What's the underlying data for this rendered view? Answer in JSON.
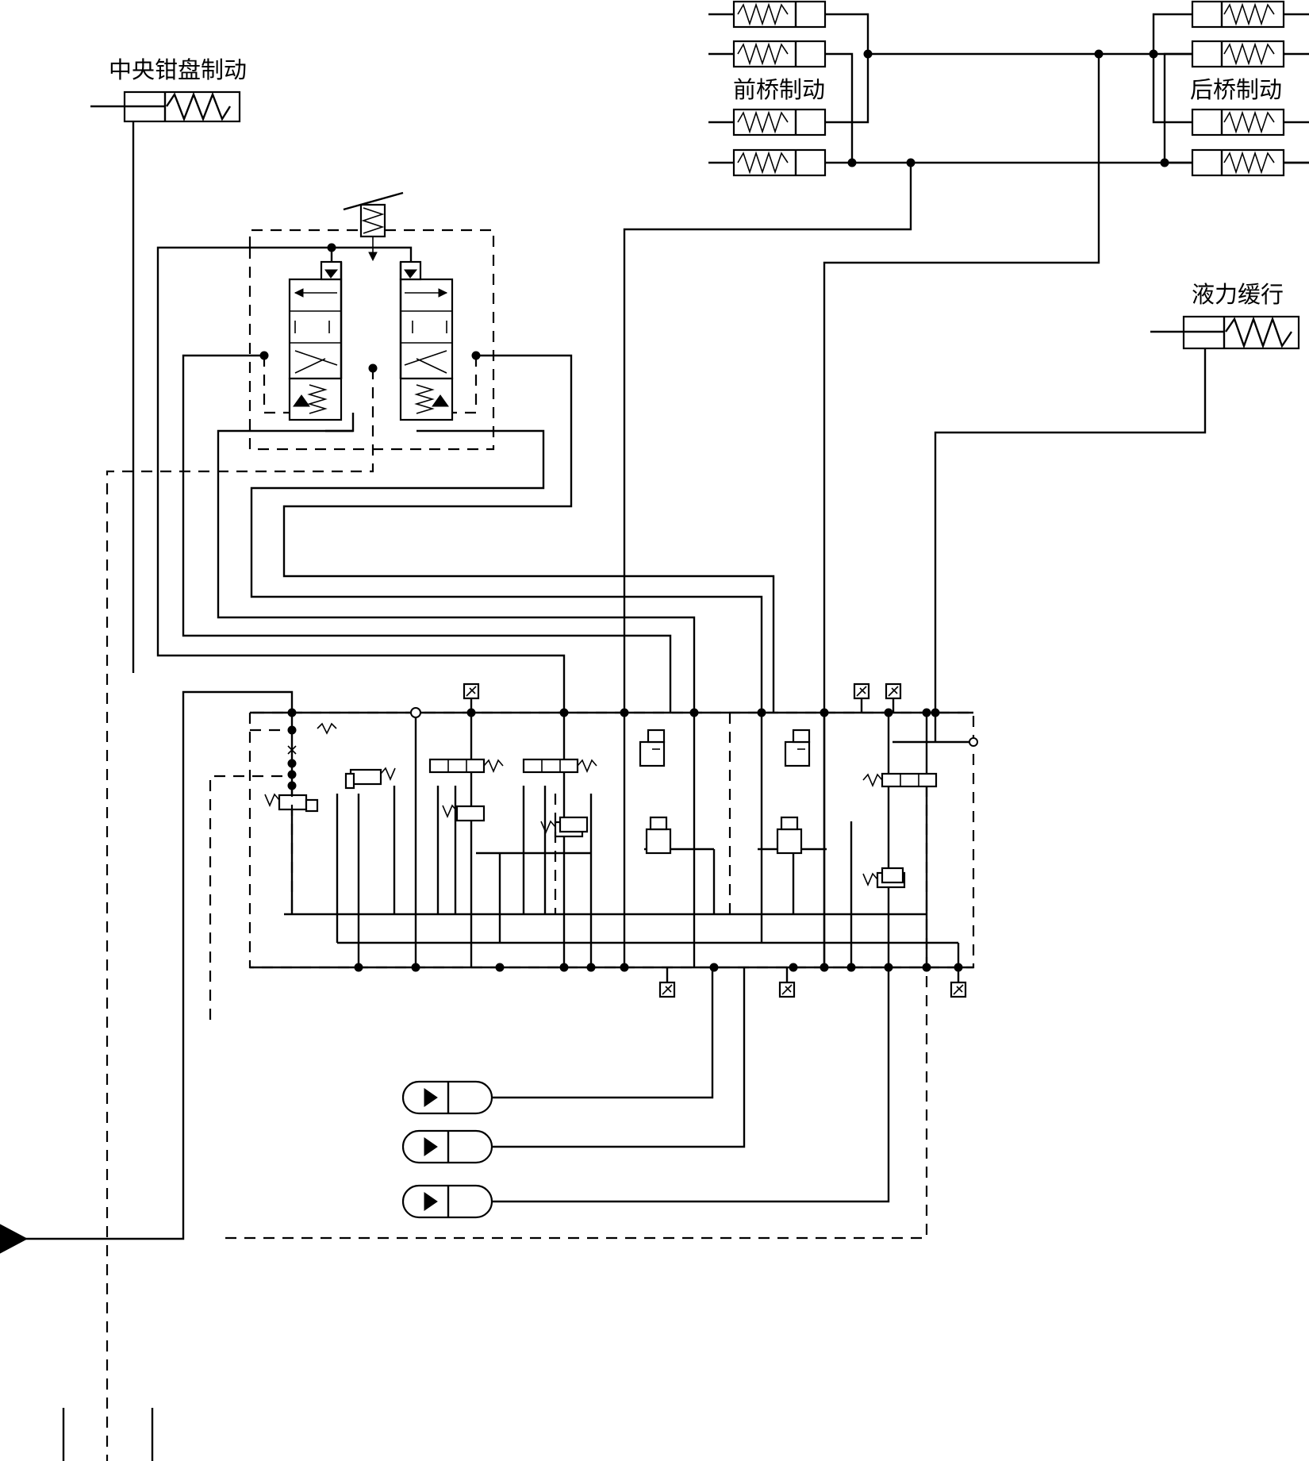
{
  "labels": {
    "central_disc_brake": "中央钳盘制动",
    "front_axle_brake": "前桥制动",
    "rear_axle_brake": "后桥制动",
    "hydraulic_retarder": "液力缓行"
  },
  "icons": {
    "actuator": "spring-cylinder-icon",
    "brake_valve": "dual-brake-valve-icon",
    "accumulator": "accumulator-icon",
    "pump_input": "pressure-source-triangle-icon",
    "tank": "tank-icon",
    "pressure_switch": "pressure-switch-icon",
    "solenoid_valve": "solenoid-valve-icon",
    "relief_valve": "relief-valve-icon",
    "check_valve": "check-valve-icon"
  },
  "colors": {
    "line": "#000000",
    "background": "#ffffff"
  }
}
